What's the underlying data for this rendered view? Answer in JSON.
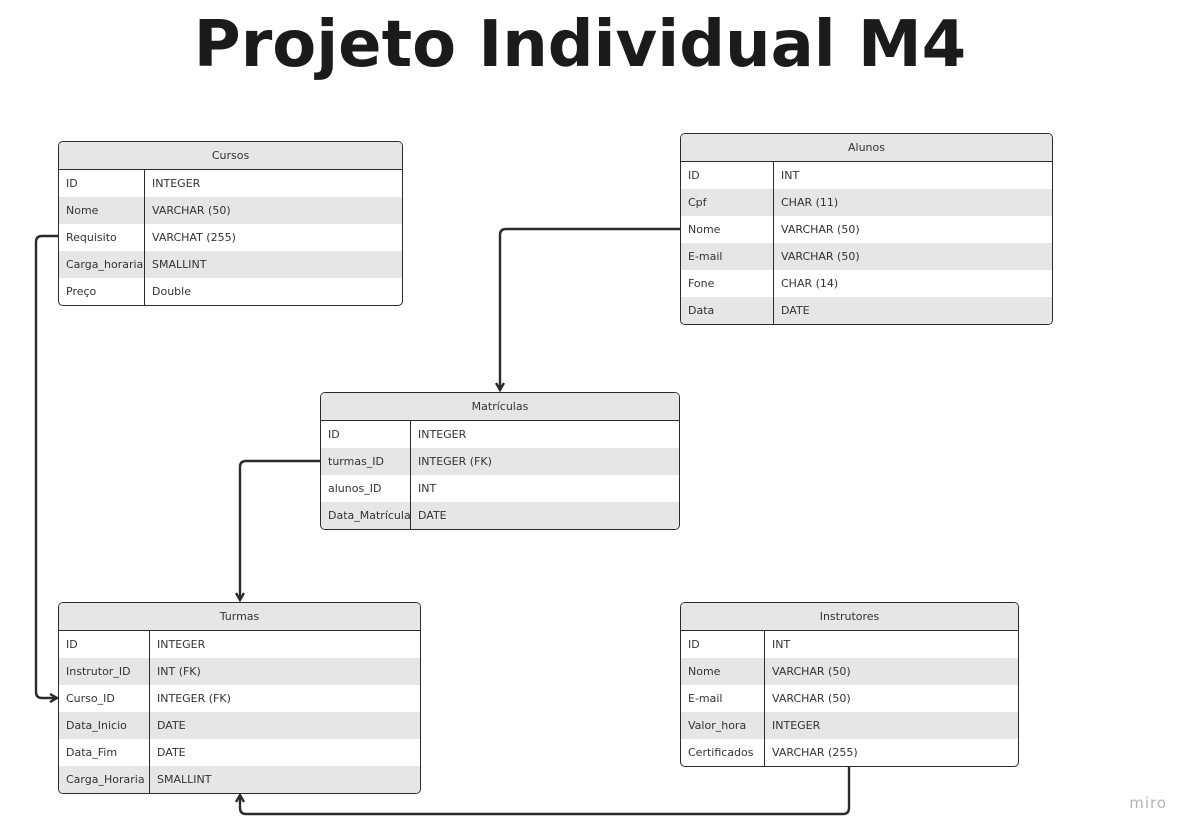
{
  "title": "Projeto Individual M4",
  "watermark": "miro",
  "colors": {
    "line": "#2b2b2b",
    "header_bg": "#e6e6e6",
    "stripe": "#e6e6e6"
  },
  "tables": {
    "cursos": {
      "name": "Cursos",
      "rows": [
        {
          "field": "ID",
          "type": "INTEGER"
        },
        {
          "field": "Nome",
          "type": "VARCHAR (50)"
        },
        {
          "field": "Requisito",
          "type": "VARCHAT (255)"
        },
        {
          "field": "Carga_horaria",
          "type": "SMALLINT"
        },
        {
          "field": "Preço",
          "type": "Double"
        }
      ]
    },
    "alunos": {
      "name": "Alunos",
      "rows": [
        {
          "field": "ID",
          "type": "INT"
        },
        {
          "field": "Cpf",
          "type": "CHAR (11)"
        },
        {
          "field": "Nome",
          "type": "VARCHAR (50)"
        },
        {
          "field": "E-mail",
          "type": "VARCHAR (50)"
        },
        {
          "field": "Fone",
          "type": "CHAR (14)"
        },
        {
          "field": "Data",
          "type": "DATE"
        }
      ]
    },
    "matriculas": {
      "name": "Matrículas",
      "rows": [
        {
          "field": "ID",
          "type": "INTEGER"
        },
        {
          "field": "turmas_ID",
          "type": "INTEGER (FK)"
        },
        {
          "field": "alunos_ID",
          "type": "INT"
        },
        {
          "field": "Data_Matrícula",
          "type": "DATE"
        }
      ]
    },
    "turmas": {
      "name": "Turmas",
      "rows": [
        {
          "field": "ID",
          "type": "INTEGER"
        },
        {
          "field": "Instrutor_ID",
          "type": "INT (FK)"
        },
        {
          "field": "Curso_ID",
          "type": "INTEGER (FK)"
        },
        {
          "field": "Data_Inicio",
          "type": "DATE"
        },
        {
          "field": "Data_Fim",
          "type": "DATE"
        },
        {
          "field": "Carga_Horaria",
          "type": "SMALLINT"
        }
      ]
    },
    "instrutores": {
      "name": "Instrutores",
      "rows": [
        {
          "field": "ID",
          "type": "INT"
        },
        {
          "field": "Nome",
          "type": "VARCHAR (50)"
        },
        {
          "field": "E-mail",
          "type": "VARCHAR (50)"
        },
        {
          "field": "Valor_hora",
          "type": "INTEGER"
        },
        {
          "field": "Certificados",
          "type": "VARCHAR (255)"
        }
      ]
    }
  }
}
